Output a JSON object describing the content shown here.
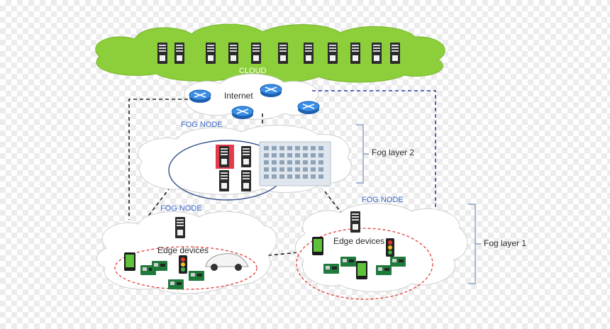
{
  "cloud": {
    "label": "CLOUD",
    "server_count": 11,
    "color": "#8ccf3a"
  },
  "internet": {
    "label": "Internet",
    "router_count": 4
  },
  "fog_layer_2": {
    "node_label": "FOG NODE",
    "layer_label": "Fog layer 2"
  },
  "fog_layer_1": {
    "layer_label": "Fog layer 1",
    "left_node": {
      "node_label": "FOG NODE",
      "edge_label": "Edge devices"
    },
    "right_node": {
      "node_label": "FOG NODE",
      "edge_label": "Edge devices"
    }
  },
  "colors": {
    "link_dashed_black": "#222222",
    "link_dashed_blue": "#2b3fa0",
    "accent_blue": "#3a66c4",
    "edge_ring": "#e0403a"
  }
}
